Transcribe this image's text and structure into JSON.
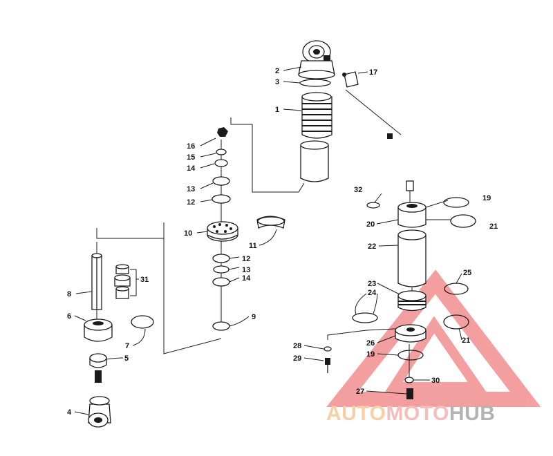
{
  "parts": [
    {
      "id": "p1",
      "label": "1"
    },
    {
      "id": "p2",
      "label": "2"
    },
    {
      "id": "p3",
      "label": "3"
    },
    {
      "id": "p4",
      "label": "4"
    },
    {
      "id": "p5",
      "label": "5"
    },
    {
      "id": "p6",
      "label": "6"
    },
    {
      "id": "p7",
      "label": "7"
    },
    {
      "id": "p8",
      "label": "8"
    },
    {
      "id": "p9",
      "label": "9"
    },
    {
      "id": "p10",
      "label": "10"
    },
    {
      "id": "p11",
      "label": "11"
    },
    {
      "id": "p12a",
      "label": "12"
    },
    {
      "id": "p12b",
      "label": "12"
    },
    {
      "id": "p13a",
      "label": "13"
    },
    {
      "id": "p13b",
      "label": "13"
    },
    {
      "id": "p14a",
      "label": "14"
    },
    {
      "id": "p14b",
      "label": "14"
    },
    {
      "id": "p15",
      "label": "15"
    },
    {
      "id": "p16",
      "label": "16"
    },
    {
      "id": "p17",
      "label": "17"
    },
    {
      "id": "p19a",
      "label": "19"
    },
    {
      "id": "p19b",
      "label": "19"
    },
    {
      "id": "p20",
      "label": "20"
    },
    {
      "id": "p21a",
      "label": "21"
    },
    {
      "id": "p21b",
      "label": "21"
    },
    {
      "id": "p22",
      "label": "22"
    },
    {
      "id": "p23",
      "label": "23"
    },
    {
      "id": "p24",
      "label": "24"
    },
    {
      "id": "p25",
      "label": "25"
    },
    {
      "id": "p26",
      "label": "26"
    },
    {
      "id": "p27",
      "label": "27"
    },
    {
      "id": "p28",
      "label": "28"
    },
    {
      "id": "p29",
      "label": "29"
    },
    {
      "id": "p30",
      "label": "30"
    },
    {
      "id": "p31",
      "label": "31"
    },
    {
      "id": "p32",
      "label": "32"
    }
  ],
  "watermark": {
    "text": "AUTOMOTOHUB",
    "colors": {
      "auto": "#f5c08a",
      "moto": "#f2a6a6",
      "hub": "#9a9a9a",
      "triangle": "#f08080"
    }
  }
}
